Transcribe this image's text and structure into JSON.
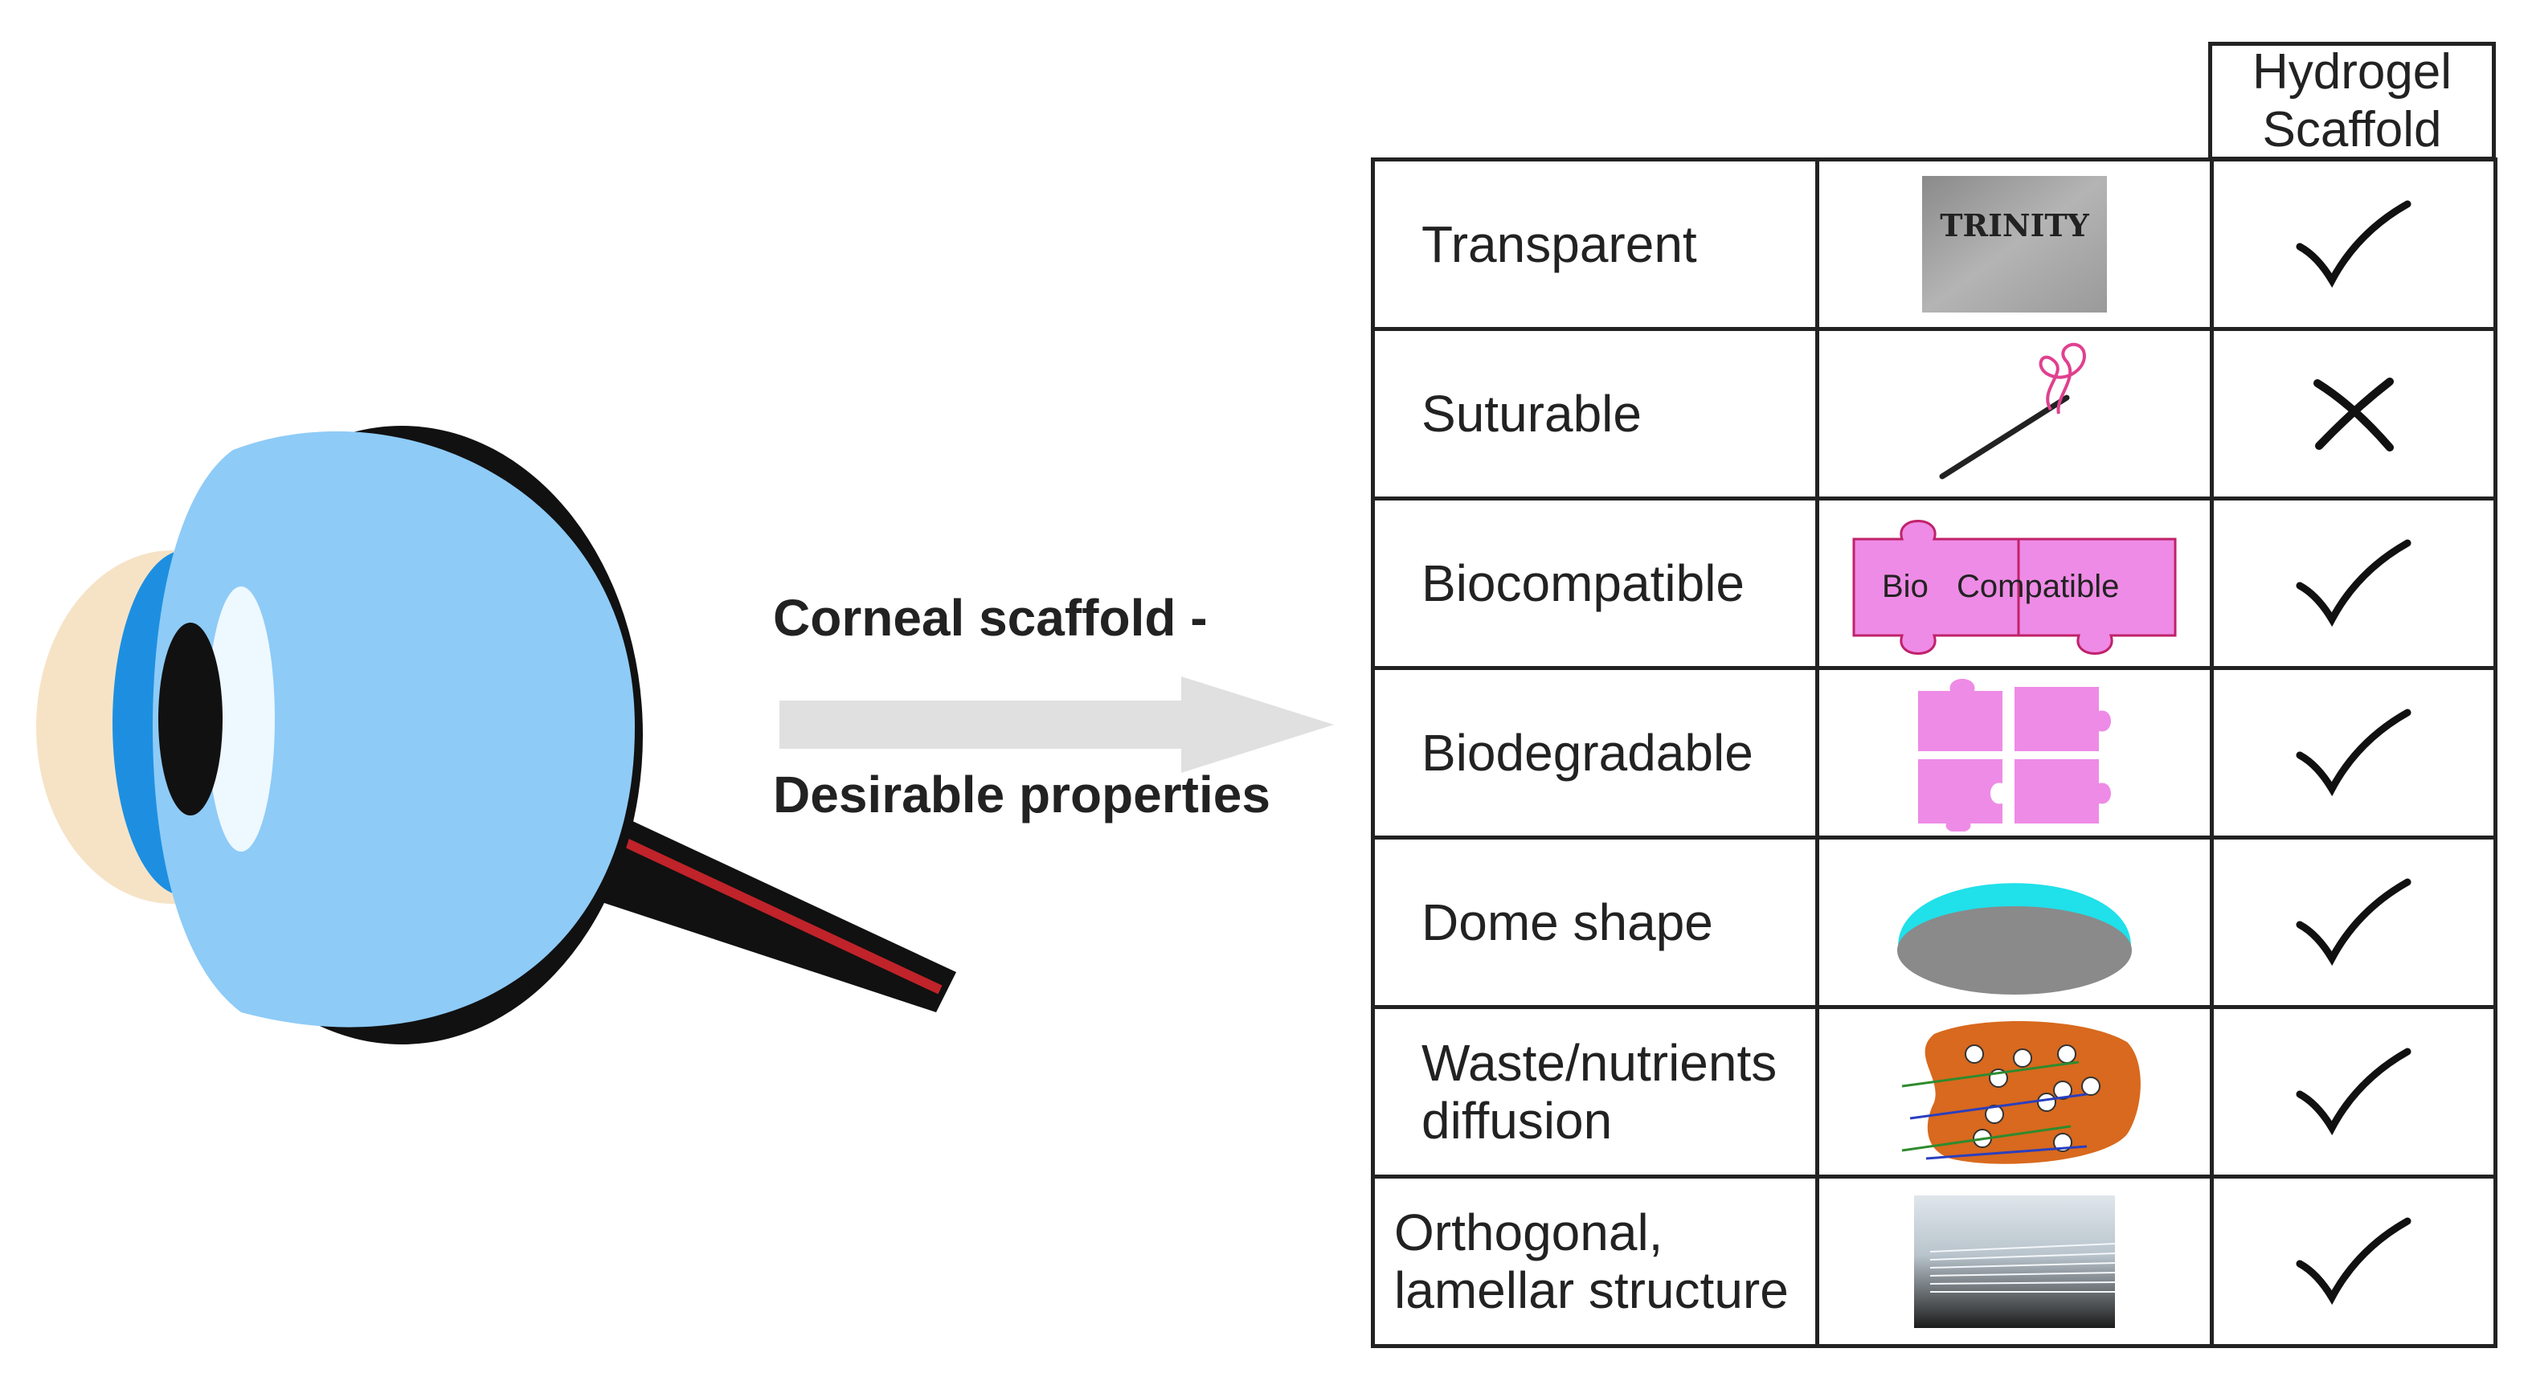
{
  "captions": {
    "line1": "Corneal scaffold -",
    "line2": "Desirable properties"
  },
  "header": {
    "line1": "Hydrogel",
    "line2": "Scaffold"
  },
  "rows": [
    {
      "property": [
        "Transparent"
      ],
      "icon": "transparent-sample-photo",
      "photo_text": "TRINITY",
      "mark": "check"
    },
    {
      "property": [
        "Suturable"
      ],
      "icon": "needle-and-thread-icon",
      "mark": "cross"
    },
    {
      "property": [
        "Biocompatible"
      ],
      "icon": "puzzle-pieces-connected-icon",
      "puzzle_left": "Bio",
      "puzzle_right": "Compatible",
      "mark": "check"
    },
    {
      "property": [
        "Biodegradable"
      ],
      "icon": "puzzle-pieces-fragmented-icon",
      "mark": "check"
    },
    {
      "property": [
        "Dome shape"
      ],
      "icon": "dome-icon",
      "mark": "check"
    },
    {
      "property": [
        "Waste/nutrients",
        "diffusion"
      ],
      "icon": "porous-diffusion-icon",
      "mark": "check"
    },
    {
      "property": [
        "Orthogonal,",
        "lamellar structure"
      ],
      "icon": "lamellar-stack-photo",
      "mark": "check"
    }
  ],
  "colors": {
    "eye_blue": "#8ecbf7",
    "iris_blue": "#1e8fe0",
    "sclera_cream": "#f6e3c6",
    "nerve_red": "#c0232a",
    "puzzle_pink": "#ee8be6",
    "dome_cyan": "#20e0ea",
    "diffusion_orange": "#d8691e",
    "arrow_grey": "#e0e0e0"
  }
}
